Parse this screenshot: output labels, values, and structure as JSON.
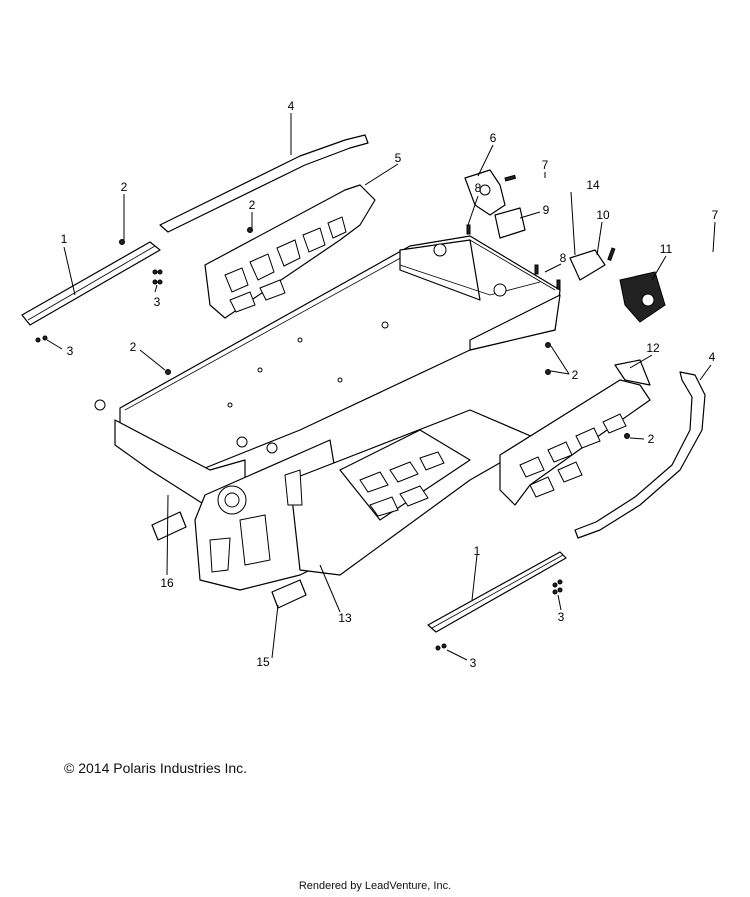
{
  "diagram": {
    "callouts": [
      "1",
      "2",
      "3",
      "4",
      "5",
      "6",
      "7",
      "8",
      "9",
      "10",
      "11",
      "12",
      "13",
      "14",
      "15",
      "16"
    ]
  },
  "footer": {
    "copyright": "© 2014 Polaris Industries Inc.",
    "rendered_by": "Rendered by LeadVenture, Inc."
  }
}
